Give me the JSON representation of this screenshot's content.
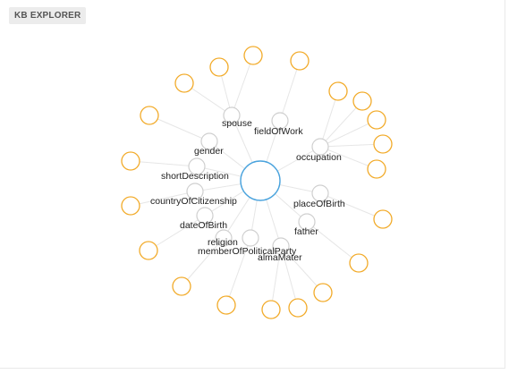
{
  "header": {
    "badge_label": "KB EXPLORER"
  },
  "colors": {
    "leaf": "#f2ab2a",
    "property": "#cfcfcf",
    "center": "#4aa3dd",
    "edge": "#e6e6e6"
  },
  "graph": {
    "properties": [
      {
        "label": "spouse"
      },
      {
        "label": "fieldOfWork"
      },
      {
        "label": "gender"
      },
      {
        "label": "occupation"
      },
      {
        "label": "shortDescription"
      },
      {
        "label": "countryOfCitizenship"
      },
      {
        "label": "placeOfBirth"
      },
      {
        "label": "dateOfBirth"
      },
      {
        "label": "father"
      },
      {
        "label": "religion"
      },
      {
        "label": "memberOfPoliticalParty"
      },
      {
        "label": "almaMater"
      }
    ]
  }
}
